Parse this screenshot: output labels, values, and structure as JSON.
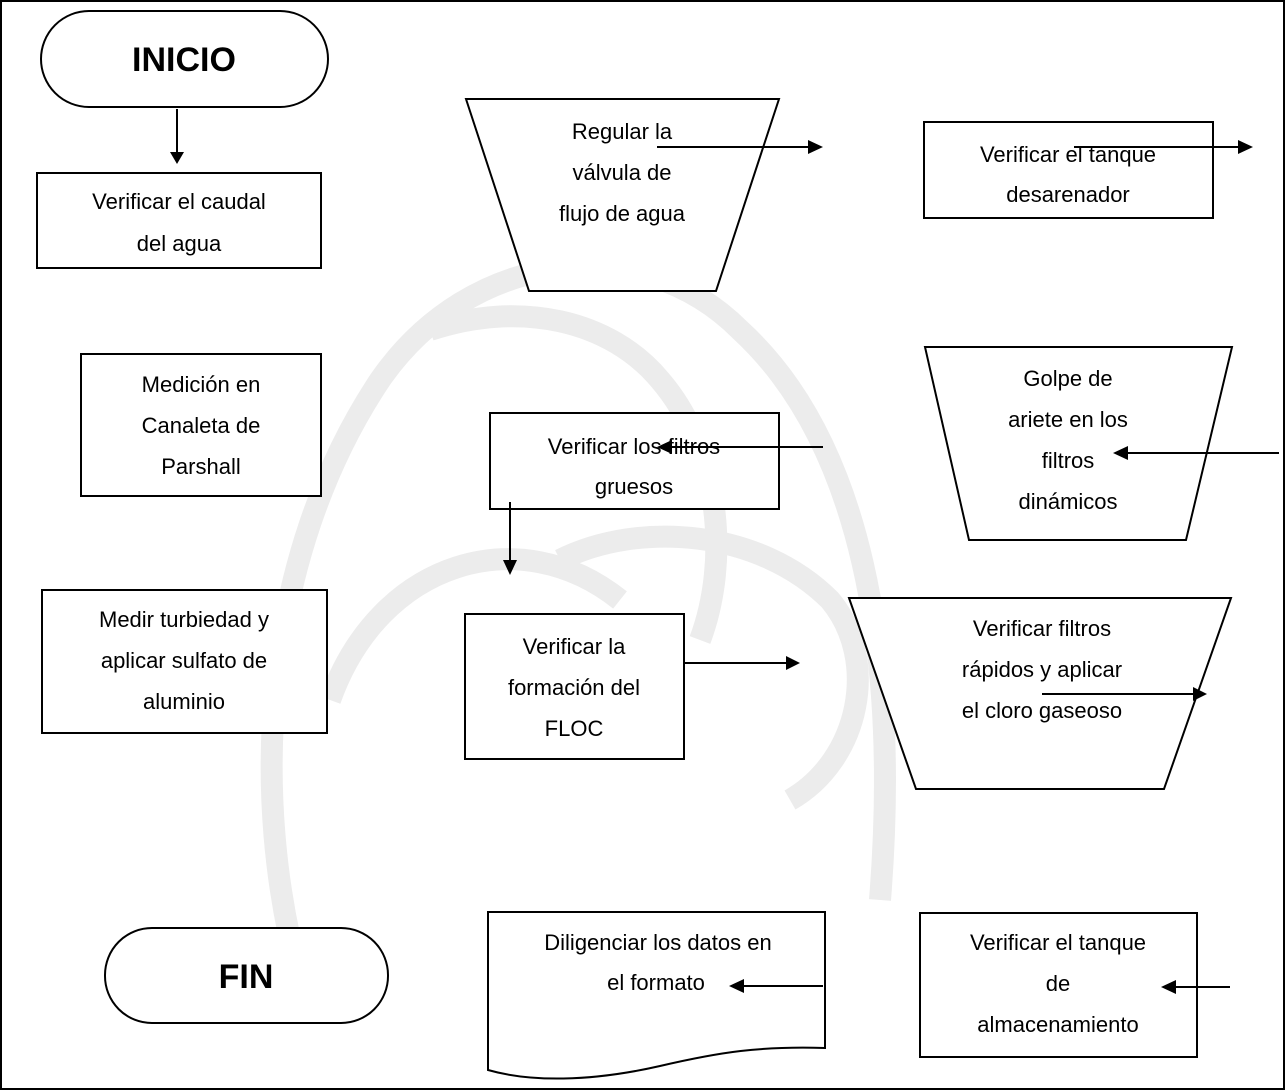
{
  "nodes": {
    "inicio": {
      "lines": [
        "INICIO"
      ]
    },
    "verificar_caudal": {
      "lines": [
        "Verificar el caudal",
        "del agua"
      ]
    },
    "medicion_canaleta": {
      "lines": [
        "Medición en",
        "Canaleta de",
        "Parshall"
      ]
    },
    "medir_turbiedad": {
      "lines": [
        "Medir turbiedad y",
        "aplicar sulfato de",
        "aluminio"
      ]
    },
    "regular_valvula": {
      "lines": [
        "Regular la",
        "válvula de",
        "flujo de agua"
      ]
    },
    "verificar_filtros_gruesos": {
      "lines": [
        "Verificar los filtros",
        "gruesos"
      ]
    },
    "verificar_floc": {
      "lines": [
        "Verificar la",
        "formación del",
        "FLOC"
      ]
    },
    "diligenciar_datos": {
      "lines": [
        "Diligenciar los datos en",
        "el formato"
      ]
    },
    "verificar_desarenador": {
      "lines": [
        "Verificar el tanque",
        "desarenador"
      ]
    },
    "golpe_ariete": {
      "lines": [
        "Golpe de",
        "ariete en los",
        "filtros",
        "dinámicos"
      ]
    },
    "filtros_rapidos": {
      "lines": [
        "Verificar filtros",
        "rápidos y aplicar",
        "el cloro gaseoso"
      ]
    },
    "tanque_almacenamiento": {
      "lines": [
        "Verificar el tanque",
        "de",
        "almacenamiento"
      ]
    },
    "fin": {
      "lines": [
        "FIN"
      ]
    }
  }
}
